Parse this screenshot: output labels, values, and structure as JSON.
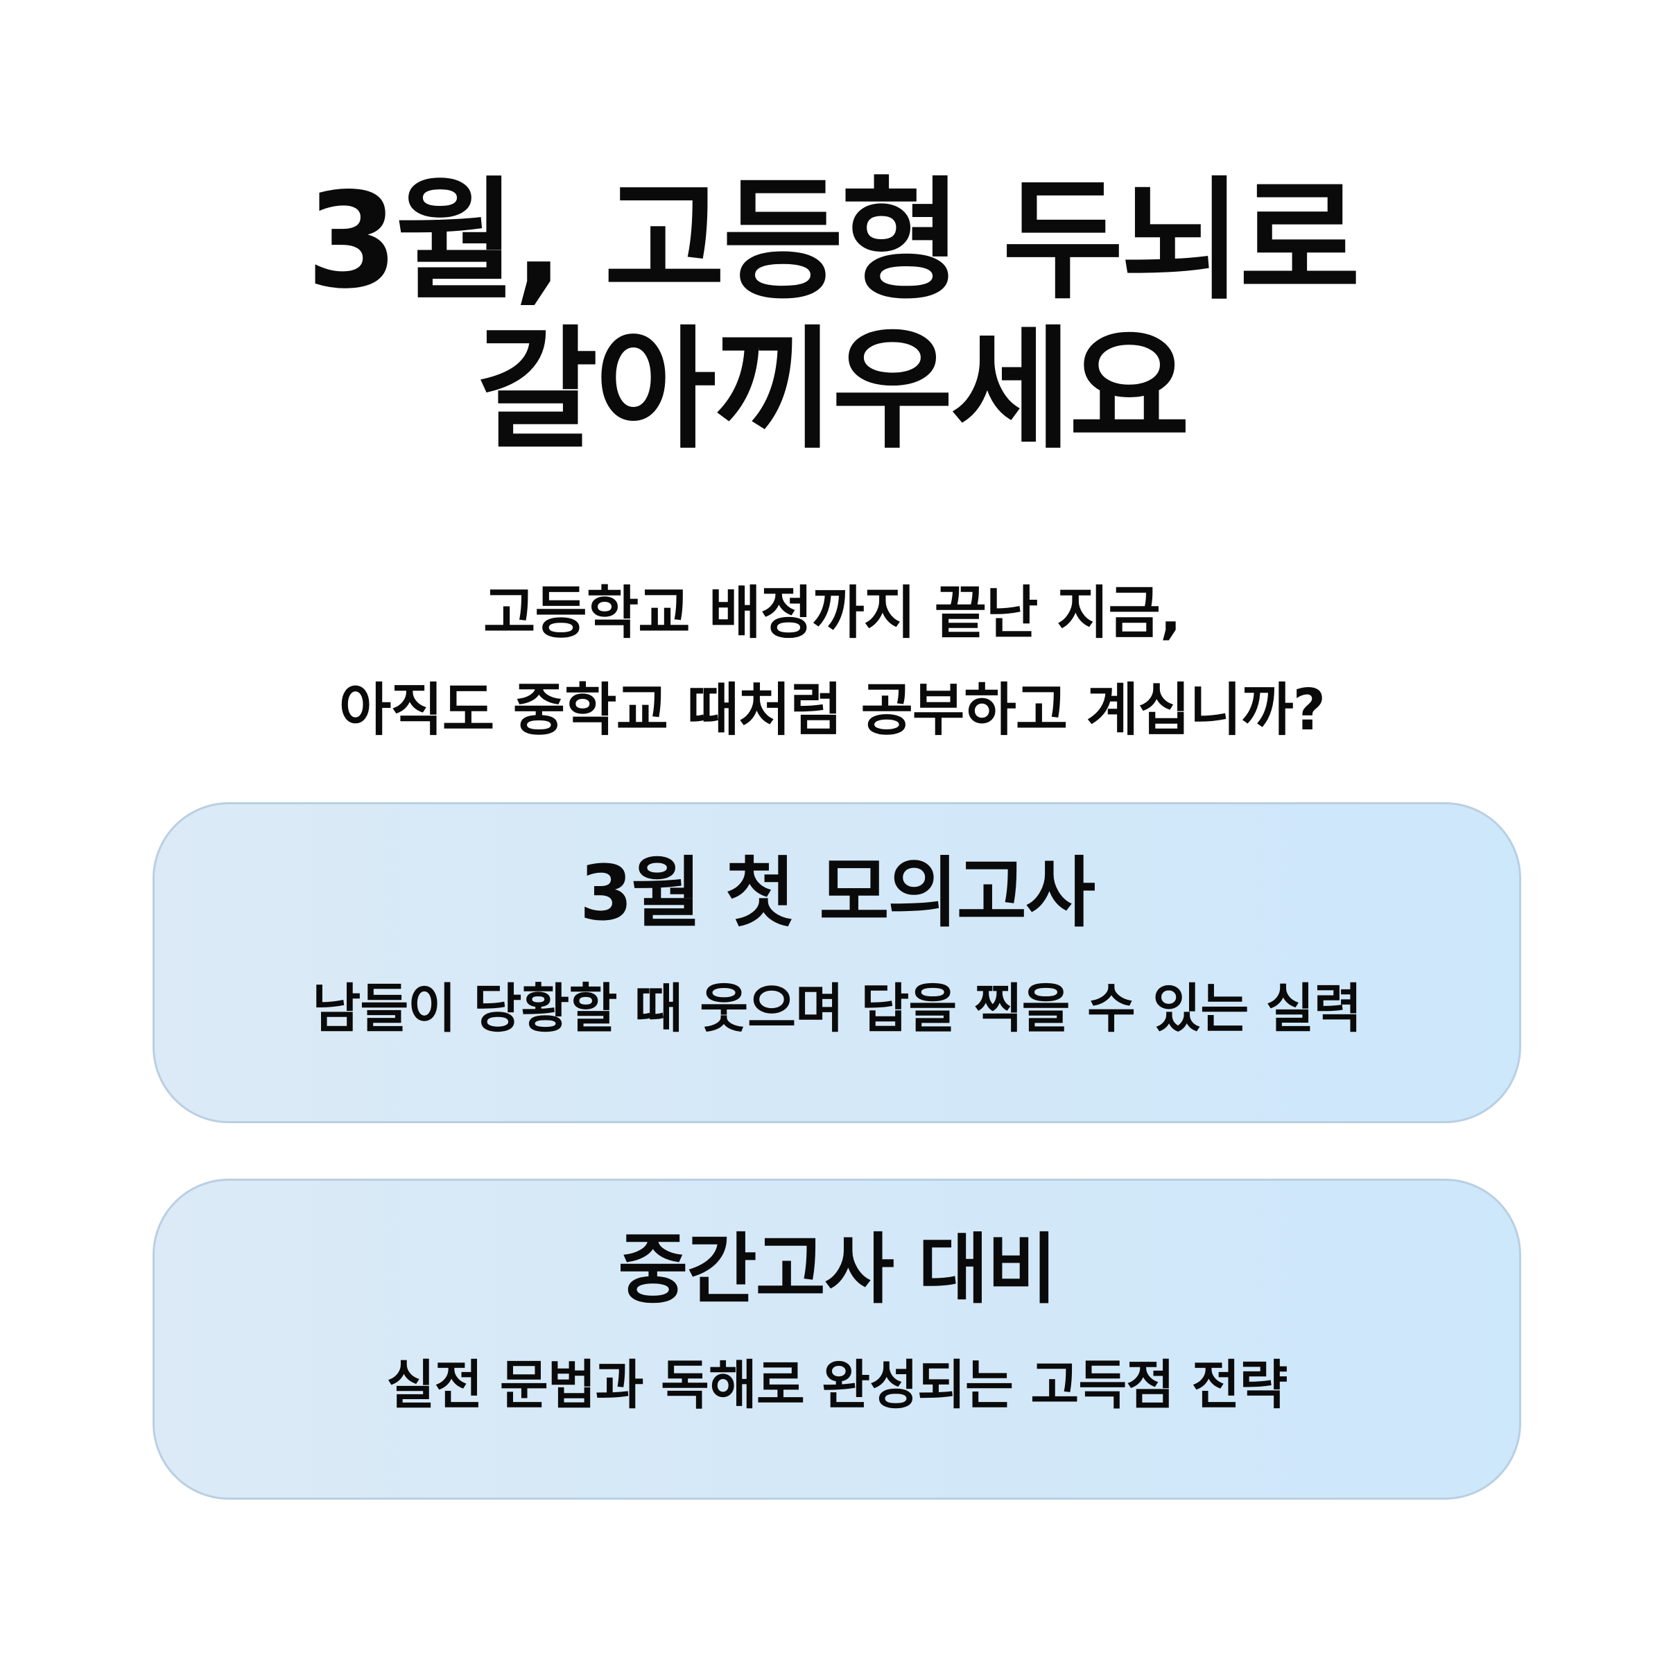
{
  "headline": {
    "line1": "3월, 고등형 두뇌로",
    "line2": "갈아끼우세요"
  },
  "intro": {
    "line1": "고등학교 배정까지 끝난 지금,",
    "line2": "아직도 중학교 때처럼 공부하고 계십니까?"
  },
  "cards": [
    {
      "title": "3월 첫 모의고사",
      "description": "남들이 당황할 때 웃으며 답을 찍을 수 있는 실력"
    },
    {
      "title": "중간고사 대비",
      "description": "실전 문법과 독해로 완성되는 고득점 전략"
    }
  ],
  "colors": {
    "background": "#ffffff",
    "text": "#0a0a0a",
    "card_fill": "#d3e8f8",
    "card_border": "#b9cfe2"
  }
}
